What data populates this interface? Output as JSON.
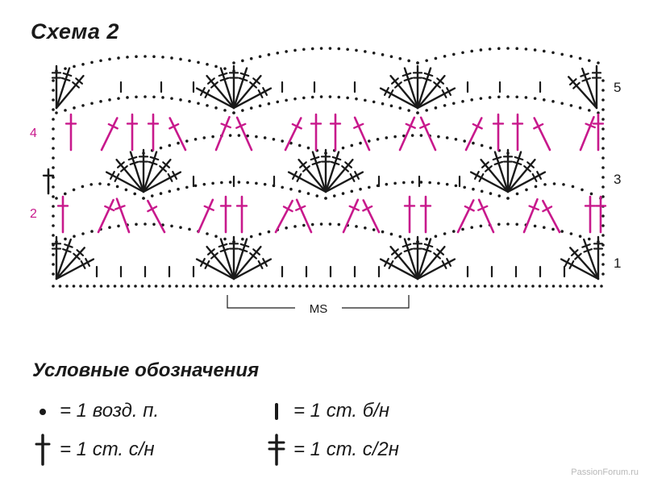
{
  "title": "Схема 2",
  "row_numbers_left": [
    "4",
    "2"
  ],
  "row_numbers_right": [
    "5",
    "3",
    "1"
  ],
  "repeat_label": "MS",
  "legend": {
    "title": "Условные обозначения",
    "items": [
      {
        "symbol": "chain-dot",
        "text": "= 1 возд. п."
      },
      {
        "symbol": "sc-bar",
        "text": "= 1 ст. б/н"
      },
      {
        "symbol": "dc-cross",
        "text": "= 1 ст. с/н"
      },
      {
        "symbol": "tr-double-cross",
        "text": "= 1 ст. с/2н"
      }
    ]
  },
  "colors": {
    "ink": "#1a1a1a",
    "magenta": "#c8198c"
  },
  "watermark": "PassionForum.ru"
}
